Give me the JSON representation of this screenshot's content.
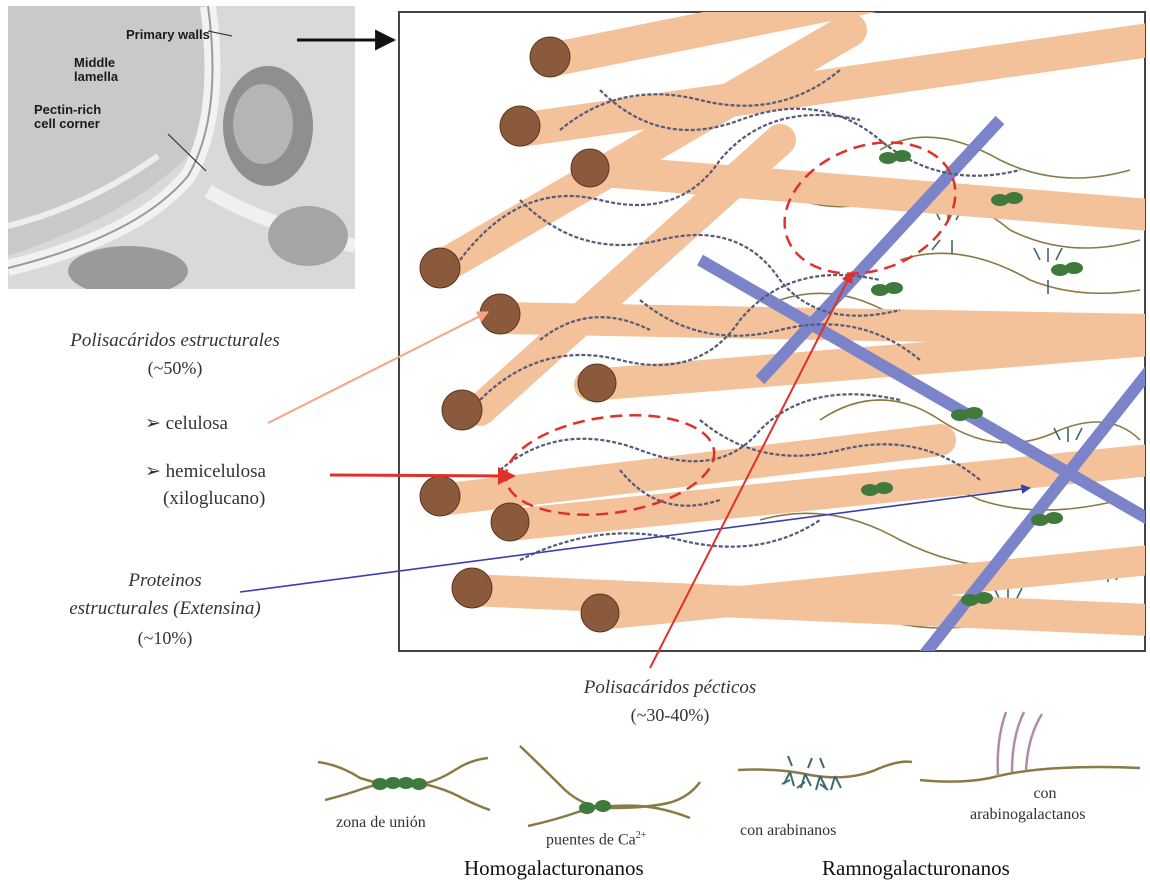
{
  "micrograph": {
    "primary_walls": "Primary walls",
    "middle_lamella_1": "Middle",
    "middle_lamella_2": "lamella",
    "pectin_corner_1": "Pectin-rich",
    "pectin_corner_2": "cell corner"
  },
  "labels": {
    "structural_title": "Polisacáridos estructurales",
    "structural_pct": "(~50%)",
    "celulosa": "➢ celulosa",
    "hemicelulosa": "➢ hemicelulosa",
    "xiloglucano": "(xiloglucano)",
    "proteins_1": "Proteinos",
    "proteins_2": "estructurales (Extensina)",
    "proteins_pct": "(~10%)",
    "pectic_title": "Polisacáridos pécticos",
    "pectic_pct": "(~30-40%)"
  },
  "legend": {
    "zona_union": "zona de unión",
    "puentes_ca": "puentes de Ca",
    "puentes_sup": "2+",
    "arabinanos": "con arabinanos",
    "arabino_1": "con",
    "arabino_2": "arabinogalactanos",
    "homogalacturonanos": "Homogalacturonanos",
    "ramnogalacturonanos": "Ramnogalacturonanos"
  },
  "colors": {
    "cellulose": "#f3c19a",
    "cellulose_end": "#8b5a3c",
    "xyloglucan": "#555a78",
    "extensin": "#7b84c9",
    "pectin": "#8a7a45",
    "arrow_pink": "#f5a582",
    "arrow_red": "#e0302a",
    "arrow_blue": "#3a3fb0"
  }
}
